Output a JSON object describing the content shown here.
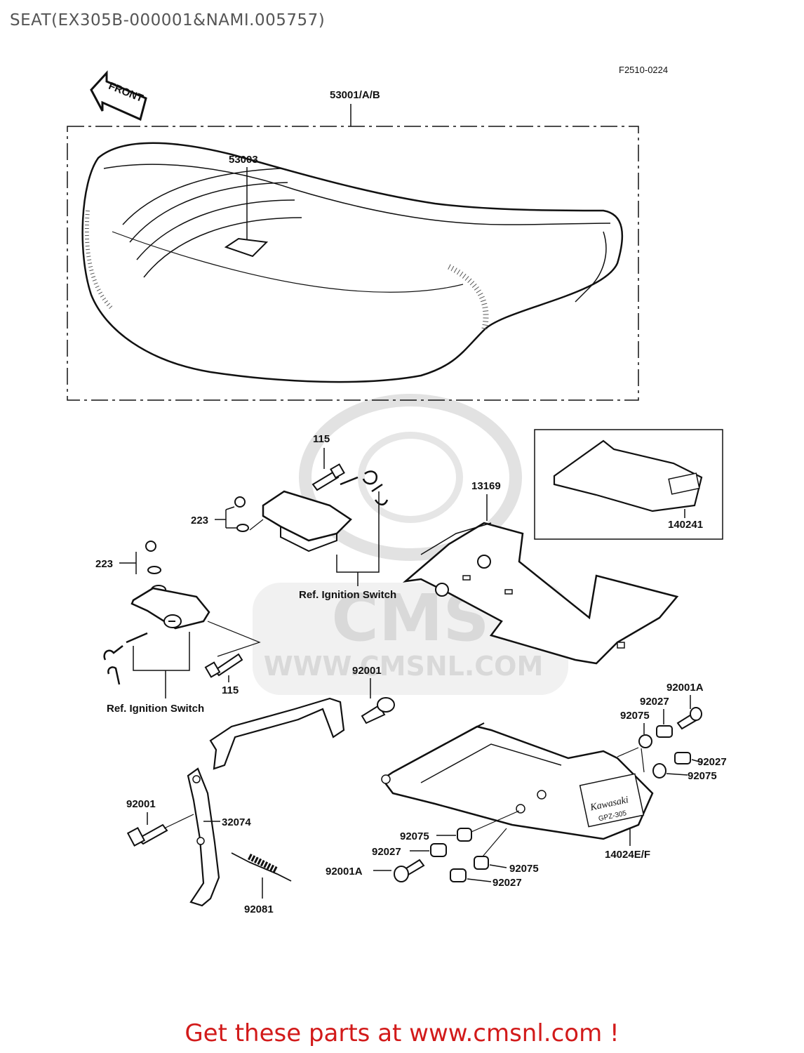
{
  "page": {
    "title": "SEAT(EX305B-000001&NAMI.005757)",
    "figure_code": "F2510-0224",
    "footer_text": "Get these parts at www.cmsnl.com !",
    "colors": {
      "footer": "#d21a1a",
      "title": "#555555",
      "watermark": "#d9d9d9"
    }
  },
  "watermark": {
    "brand": "CMS",
    "url": "WWW.CMSNL.COM"
  },
  "arrow": {
    "label": "FRONT",
    "icon": "front-direction-arrow-icon"
  },
  "parts": {
    "seat_assembly": "53001/A/B",
    "emblem": "53003",
    "bracket": "13169",
    "grab_rail_inset": "140241",
    "grab_rail": "14024E/F",
    "bolt_upper": "115",
    "bolt_lower": "115",
    "washer_upper": "223",
    "washer_lower": "223",
    "bolt_92001_top": "92001",
    "bolt_92001_left": "92001",
    "bolt_92001a_right": "92001A",
    "bolt_92001a_left": "92001A",
    "collar_92027_a": "92027",
    "collar_92027_b": "92027",
    "collar_92027_c": "92027",
    "collar_92027_d": "92027",
    "bush_92075_a": "92075",
    "bush_92075_b": "92075",
    "bush_92075_c": "92075",
    "bush_92075_d": "92075",
    "lever": "32074",
    "spring": "92081"
  },
  "notes": {
    "ref_upper": "Ref. Ignition Switch",
    "ref_lower": "Ref. Ignition Switch"
  },
  "decals": {
    "brand": "Kawasaki",
    "model": "GPZ-305"
  }
}
